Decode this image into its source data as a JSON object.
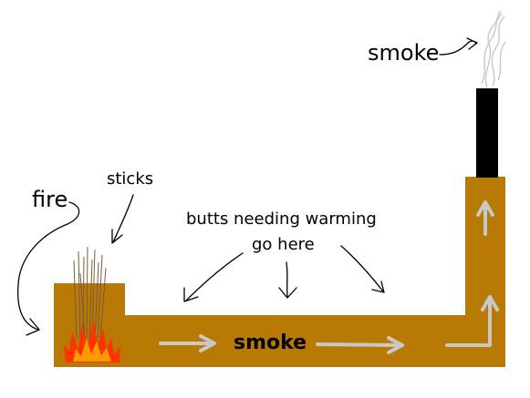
{
  "labels": {
    "fire": "fire",
    "sticks": "sticks",
    "butts_line1": "butts needing warming",
    "butts_line2": "go here",
    "smoke_channel": "smoke",
    "smoke_top": "smoke"
  },
  "colors": {
    "background": "#ffffff",
    "heater_body": "#b87a05",
    "chimney": "#000000",
    "flame_outer": "#ff3300",
    "flame_inner": "#ff9a00",
    "smoke_arrow": "#c8c8c8",
    "stick_stroke": "#7a5a3a"
  }
}
